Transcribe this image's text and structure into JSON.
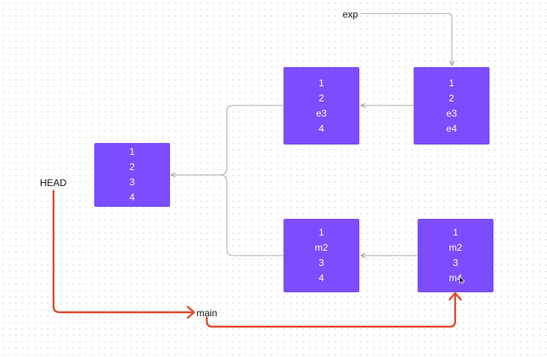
{
  "labels": {
    "head": "HEAD",
    "main": "main",
    "exp": "exp"
  },
  "commits": {
    "base": [
      "1",
      "2",
      "3",
      "4"
    ],
    "exp_e3": [
      "1",
      "2",
      "e3",
      "4"
    ],
    "exp_e4": [
      "1",
      "2",
      "e3",
      "e4"
    ],
    "main_m2": [
      "1",
      "m2",
      "3",
      "4"
    ],
    "main_m4": [
      "1",
      "m2",
      "3",
      "m4"
    ]
  },
  "colors": {
    "node": "#7c4dff",
    "node_text": "#ffffff",
    "connector": "#aaaaaa",
    "head_arrow": "#e0492c"
  },
  "icons": {
    "cursor": "mouse-pointer-icon"
  }
}
